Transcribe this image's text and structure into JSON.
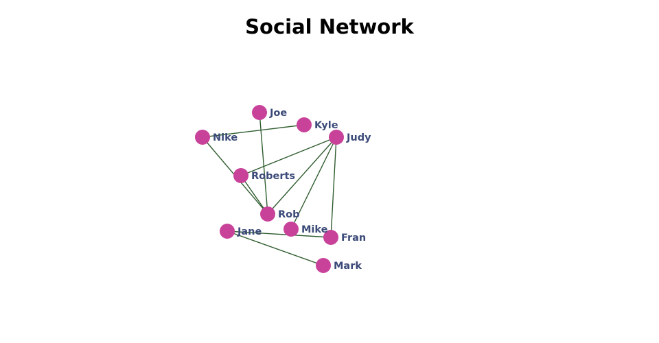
{
  "title": "Social Network",
  "colors": {
    "node": "#c8429a",
    "edge": "#2f5c2f",
    "label": "#3b4a78"
  },
  "network": {
    "nodes": [
      {
        "id": "joe",
        "label": "Joe"
      },
      {
        "id": "kyle",
        "label": "Kyle"
      },
      {
        "id": "nike",
        "label": "Nike"
      },
      {
        "id": "judy",
        "label": "Judy"
      },
      {
        "id": "roberts",
        "label": "Roberts"
      },
      {
        "id": "rob",
        "label": "Rob"
      },
      {
        "id": "jane",
        "label": "Jane"
      },
      {
        "id": "mike",
        "label": "Mike"
      },
      {
        "id": "fran",
        "label": "Fran"
      },
      {
        "id": "mark",
        "label": "Mark"
      }
    ],
    "edges": [
      {
        "from": "joe",
        "to": "rob"
      },
      {
        "from": "nike",
        "to": "kyle"
      },
      {
        "from": "nike",
        "to": "rob"
      },
      {
        "from": "roberts",
        "to": "judy"
      },
      {
        "from": "roberts",
        "to": "rob"
      },
      {
        "from": "judy",
        "to": "rob"
      },
      {
        "from": "judy",
        "to": "mike"
      },
      {
        "from": "judy",
        "to": "fran"
      },
      {
        "from": "jane",
        "to": "fran"
      },
      {
        "from": "jane",
        "to": "mark"
      }
    ]
  }
}
